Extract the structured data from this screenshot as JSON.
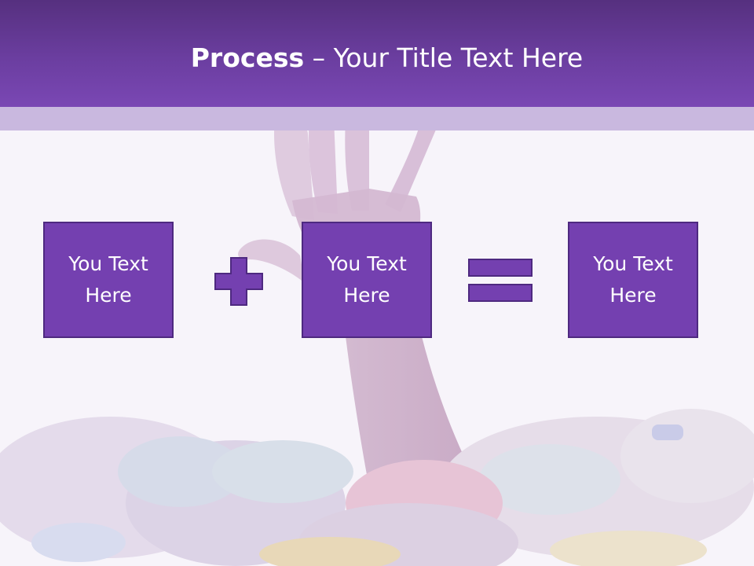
{
  "slide": {
    "title_bold": "Process",
    "title_rest": " – Your Title Text Here",
    "colors": {
      "header": "#6b3ea0",
      "box_fill": "#7440b0",
      "box_border": "#4e2980",
      "accent_strip": "#c9b8df"
    }
  },
  "equation": {
    "boxes": [
      {
        "text": "You Text\nHere"
      },
      {
        "text": "You Text\nHere"
      },
      {
        "text": "You Text\nHere"
      }
    ],
    "operators": [
      {
        "icon": "plus-icon"
      },
      {
        "icon": "equals-icon"
      }
    ]
  }
}
